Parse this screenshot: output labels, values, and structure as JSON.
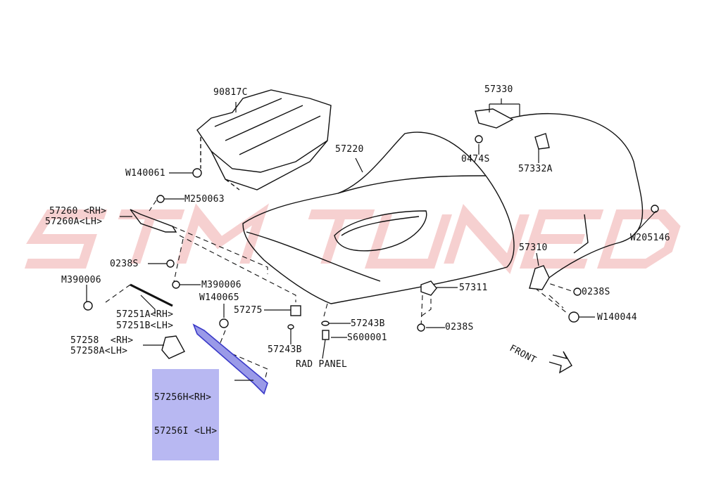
{
  "watermark": "STM TUNED",
  "labels": {
    "p90817C": "90817C",
    "W140061": "W140061",
    "p57220": "57220",
    "p57330": "57330",
    "p0474S": "0474S",
    "p57332A": "57332A",
    "M250063": "M250063",
    "p57260": "57260 <RH>",
    "p57260A": "57260A<LH>",
    "W205146": "W205146",
    "p57310": "57310",
    "p0238S_a": "0238S",
    "M390006_a": "M390006",
    "M390006_b": "M390006",
    "p57311": "57311",
    "W140065": "W140065",
    "p0238S_b": "0238S",
    "p57275": "57275",
    "p57251A": "57251A<RH>",
    "p57251B": "57251B<LH>",
    "W140044": "W140044",
    "p57243B_a": "57243B",
    "p0238S_c": "0238S",
    "S600001": "S600001",
    "p57258": "57258  <RH>",
    "p57258A": "57258A<LH>",
    "p57243B_b": "57243B",
    "rad_panel": "RAD PANEL",
    "front": "FRONT",
    "p57256H": "57256H<RH>",
    "p57256I": "57256I <LH>"
  },
  "colors": {
    "highlight": "#b8b8f2",
    "part_highlight": "#3a3ac8",
    "watermark": "#f6d0d0"
  }
}
